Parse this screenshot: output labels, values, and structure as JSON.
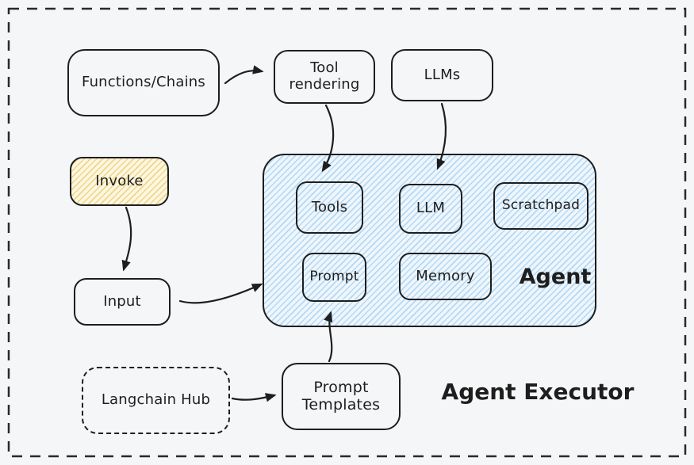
{
  "title": "Agent Executor",
  "colors": {
    "background": "#f5f6f8",
    "stroke": "#1e1e1e",
    "blue_hatch": "#b5d8f2",
    "blue_fill": "#eef6fd",
    "yellow_hatch": "#eed68a",
    "yellow_fill": "#fdf6e0"
  },
  "nodes": {
    "functions_chains": {
      "label": "Functions/Chains"
    },
    "tool_rendering": {
      "label": "Tool rendering"
    },
    "llms": {
      "label": "LLMs"
    },
    "invoke": {
      "label": "Invoke"
    },
    "input": {
      "label": "Input"
    },
    "agent": {
      "label": "Agent"
    },
    "tools": {
      "label": "Tools"
    },
    "llm": {
      "label": "LLM"
    },
    "scratchpad": {
      "label": "Scratchpad"
    },
    "prompt": {
      "label": "Prompt"
    },
    "memory": {
      "label": "Memory"
    },
    "langchain_hub": {
      "label": "Langchain Hub"
    },
    "prompt_templates": {
      "label": "Prompt Templates"
    }
  },
  "edges": [
    {
      "from": "Functions/Chains",
      "to": "Tool rendering"
    },
    {
      "from": "Tool rendering",
      "to": "Tools"
    },
    {
      "from": "LLMs",
      "to": "LLM"
    },
    {
      "from": "Invoke",
      "to": "Input"
    },
    {
      "from": "Input",
      "to": "Agent"
    },
    {
      "from": "Langchain Hub",
      "to": "Prompt Templates"
    },
    {
      "from": "Prompt Templates",
      "to": "Prompt"
    }
  ]
}
